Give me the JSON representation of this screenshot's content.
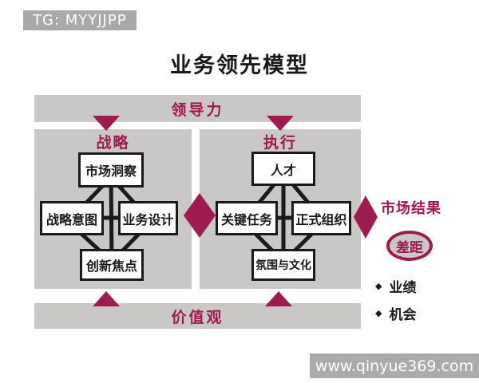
{
  "colors": {
    "accent": "#9e1b50",
    "bar_gray": "#c9c8c6",
    "label_gray": "#a9a9a9",
    "watermark_gray": "#ababab",
    "ink": "#1a1a1a"
  },
  "header": {
    "tag_label": "TG: MYYJJPP",
    "title": "业务领先模型"
  },
  "diagram": {
    "top_bar": {
      "label": "领导力"
    },
    "bottom_bar": {
      "label": "价值观"
    },
    "strategy_panel": {
      "label": "战略",
      "boxes": {
        "top": "市场洞察",
        "left": "战略意图",
        "right": "业务设计",
        "bottom": "创新焦点"
      }
    },
    "execution_panel": {
      "label": "执行",
      "boxes": {
        "top": "人才",
        "left": "关键任务",
        "right": "正式组织",
        "bottom": "氛围与文化"
      }
    },
    "right_side": {
      "market_result_label": "市场结果",
      "gap_label": "差距",
      "bullets": [
        "业绩",
        "机会"
      ]
    }
  },
  "watermark": {
    "url_text": "www.qinyue369.com"
  }
}
